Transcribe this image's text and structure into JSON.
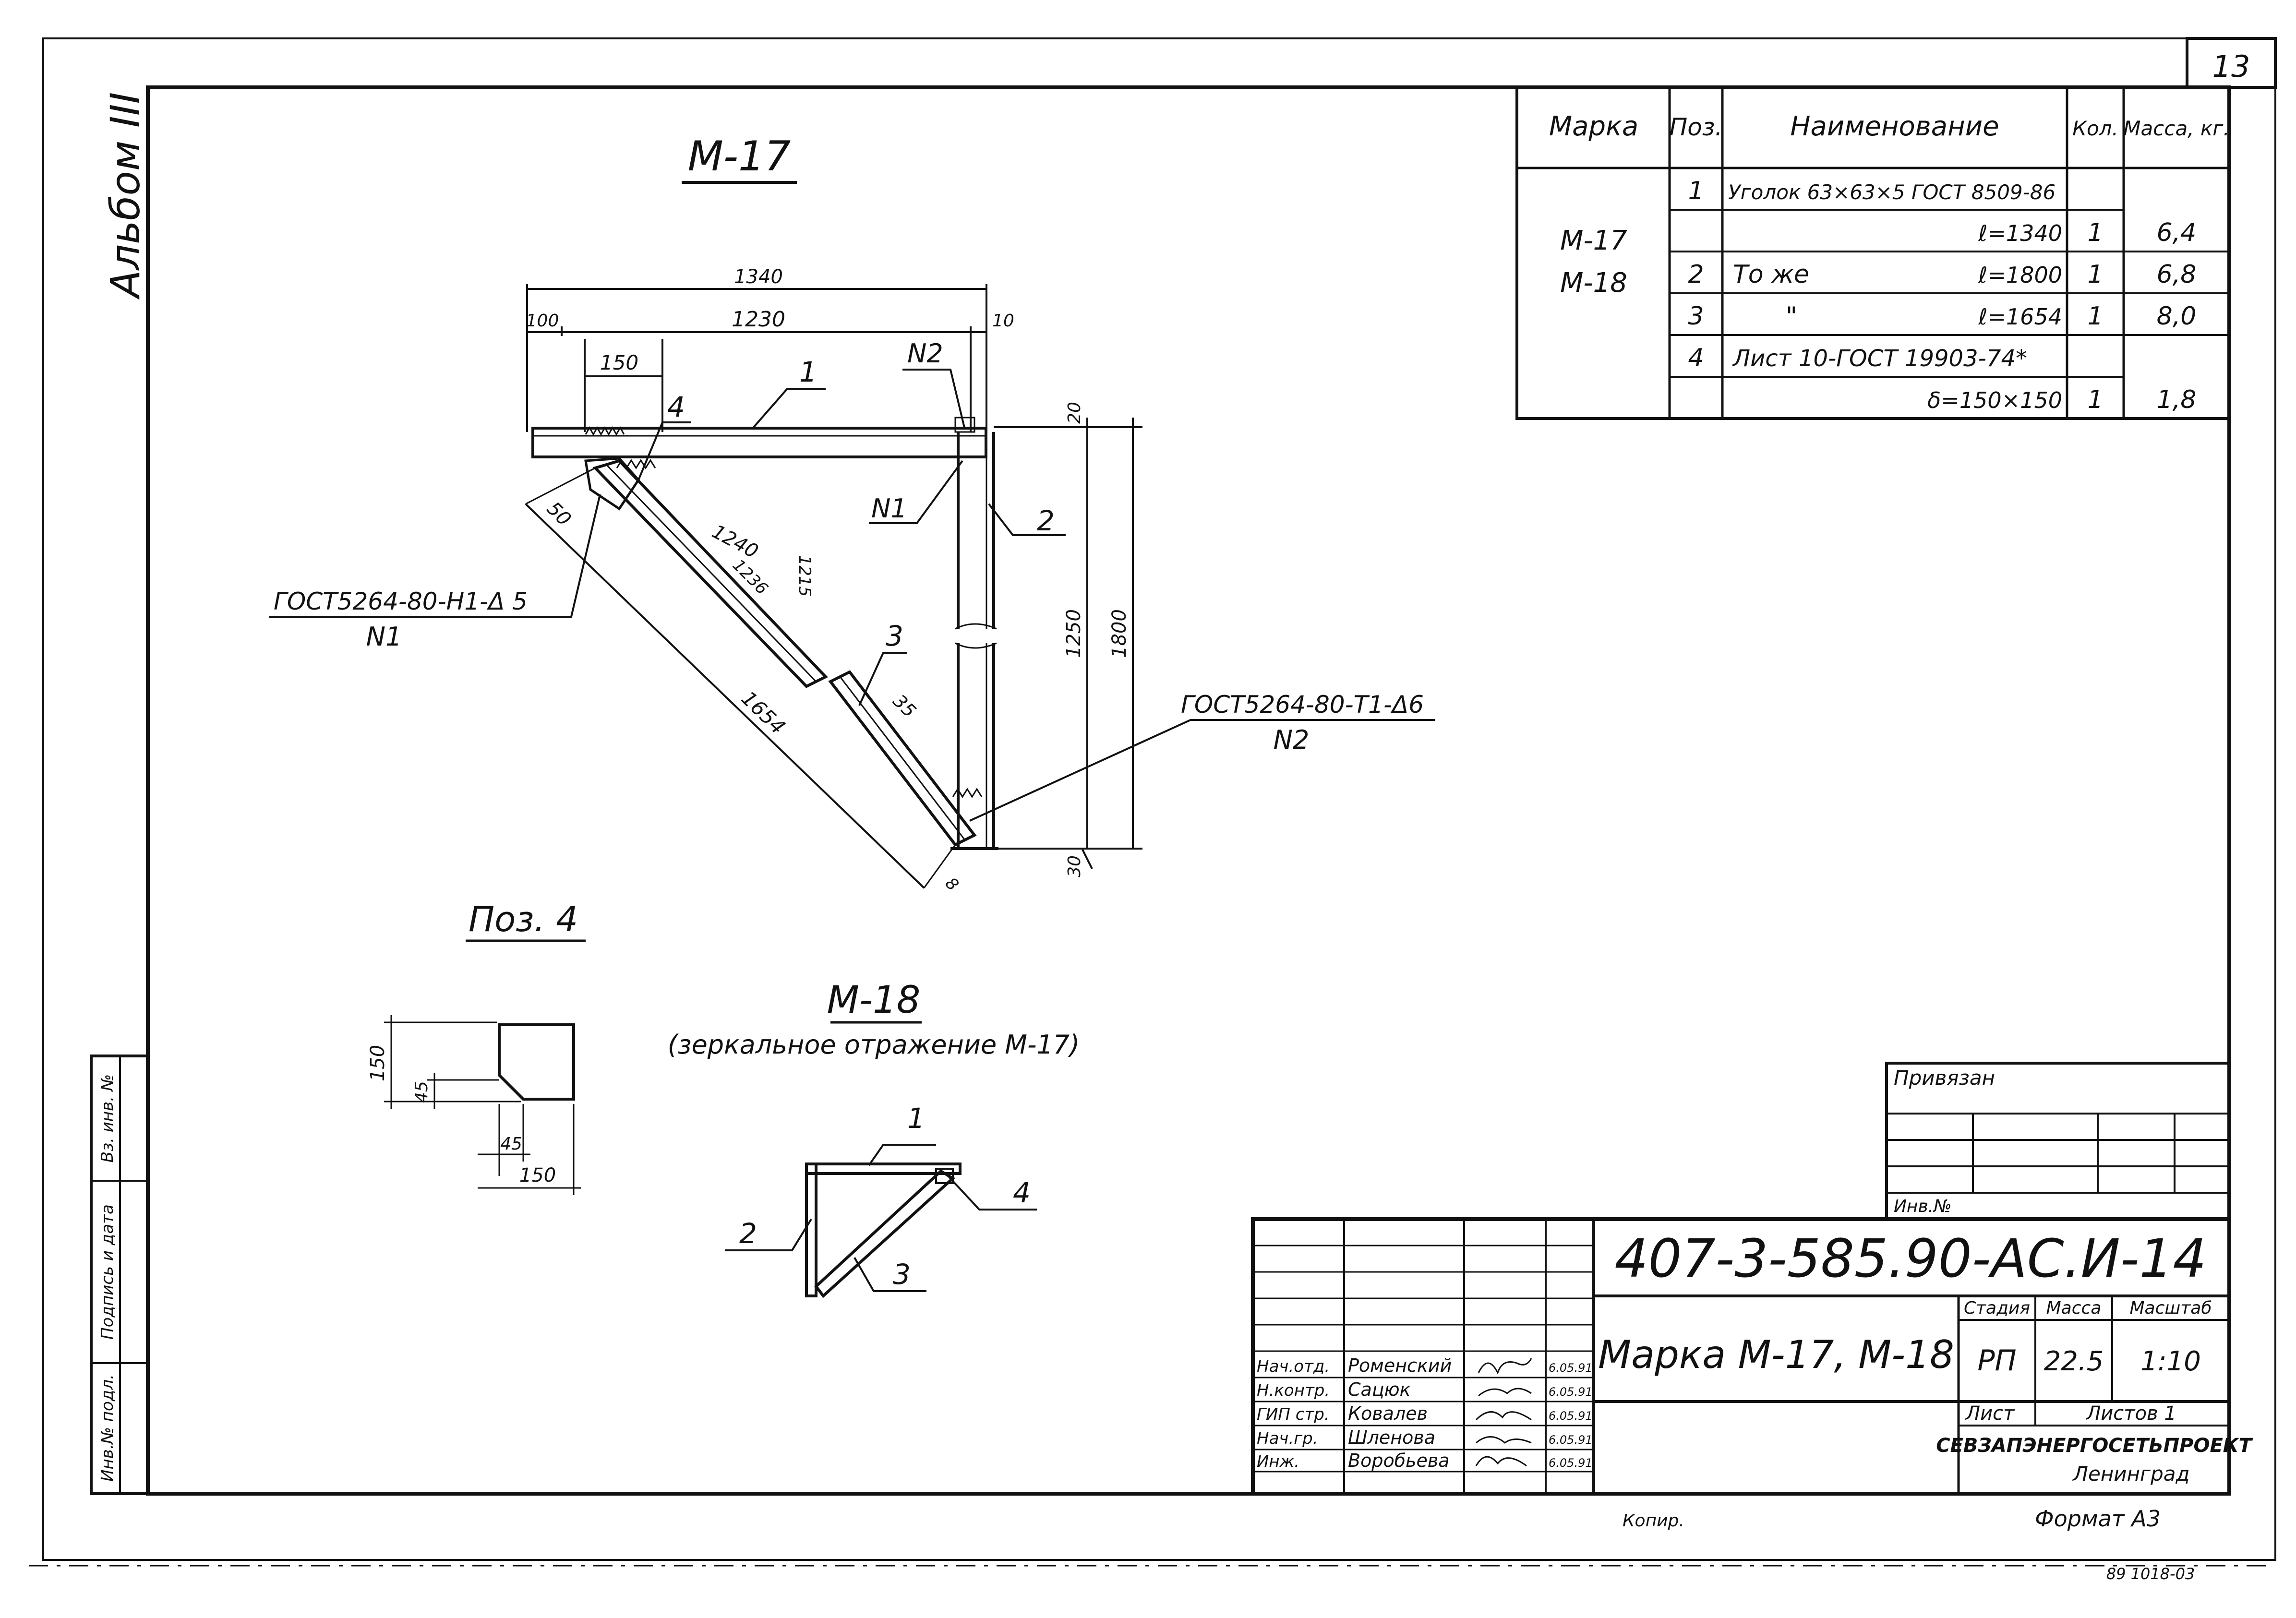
{
  "sheet_number": "13",
  "album_label": "Альбом III",
  "m17": {
    "title": "М-17",
    "dim_total": "1340",
    "dim_left": "100",
    "dim_mid": "1230",
    "dim_right": "10",
    "dim_150": "150",
    "dim_1240": "1240",
    "dim_1236": "1236",
    "dim_1215": "1215",
    "dim_50": "50",
    "dim_1654": "1654",
    "dim_35": "35",
    "dim_1250": "1250",
    "dim_1800": "1800",
    "dim_top20": "20",
    "dim_bot30": "30",
    "dim_8": "8",
    "callout_1": "1",
    "callout_2": "2",
    "callout_3": "3",
    "callout_4": "4",
    "node_n1": "N1",
    "node_n2": "N2",
    "weld_1_text": "ГОСТ5264-80-Н1-Δ 5",
    "weld_1_node": "N1",
    "weld_2_text": "ГОСТ5264-80-Т1-Δ6",
    "weld_2_node": "N2"
  },
  "pos4": {
    "title": "Поз. 4",
    "dim_150v": "150",
    "dim_45v": "45",
    "dim_45h": "45",
    "dim_150h": "150"
  },
  "m18": {
    "title": "М-18",
    "subtitle": "(зеркальное отражение М-17)",
    "c1": "1",
    "c2": "2",
    "c3": "3",
    "c4": "4"
  },
  "spec": {
    "headers": [
      "Марка",
      "Поз.",
      "Наименование",
      "Кол.",
      "Масса, кг."
    ],
    "marks": [
      "М-17",
      "М-18"
    ],
    "rows": [
      {
        "pos": "1",
        "name": "Уголок 63×63×5 ГОСТ 8509-86",
        "length": "",
        "qty": "",
        "mass": ""
      },
      {
        "pos": "",
        "name": "",
        "length": "ℓ=1340",
        "qty": "1",
        "mass": "6,4"
      },
      {
        "pos": "2",
        "name": "То же",
        "length": "ℓ=1800",
        "qty": "1",
        "mass": "6,8"
      },
      {
        "pos": "3",
        "name": "\"",
        "length": "ℓ=1654",
        "qty": "1",
        "mass": "8,0"
      },
      {
        "pos": "4",
        "name": "Лист 10-ГОСТ 19903-74*",
        "length": "",
        "qty": "",
        "mass": ""
      },
      {
        "pos": "",
        "name": "",
        "length": "δ=150×150",
        "qty": "1",
        "mass": "1,8"
      }
    ]
  },
  "side_stamp": {
    "inv_orig": "Инв.№ подл.",
    "sign_date": "Подпись и дата",
    "inv_replace": "Вз. инв. №"
  },
  "priviazan": {
    "title": "Привязан",
    "inv_no": "Инв.№"
  },
  "title_block": {
    "doc_code": "407-3-585.90-АС.И-14",
    "drawing_name": "Марка М-17, М-18",
    "stage_label": "Стадия",
    "mass_label": "Масса",
    "scale_label": "Масштаб",
    "stage": "РП",
    "mass": "22.5",
    "scale": "1:10",
    "sheet_label": "Лист",
    "sheets_label": "Листов 1",
    "org": "СЕВЗАПЭНЕРГОСЕТЬПРОЕКТ",
    "city": "Ленинград",
    "signers": [
      {
        "role": "Нач.отд.",
        "name": "Роменский",
        "date": "6.05.91"
      },
      {
        "role": "Н.контр.",
        "name": "Сацюк",
        "date": "6.05.91"
      },
      {
        "role": "ГИП стр.",
        "name": "Ковалев",
        "date": "6.05.91"
      },
      {
        "role": "Нач.гр.",
        "name": "Шленова",
        "date": "6.05.91"
      },
      {
        "role": "Инж.",
        "name": "Воробьева",
        "date": "6.05.91"
      }
    ]
  },
  "copied_label": "Копир.",
  "format_label": "Формат А3",
  "bottom_code": "89 1018-03"
}
